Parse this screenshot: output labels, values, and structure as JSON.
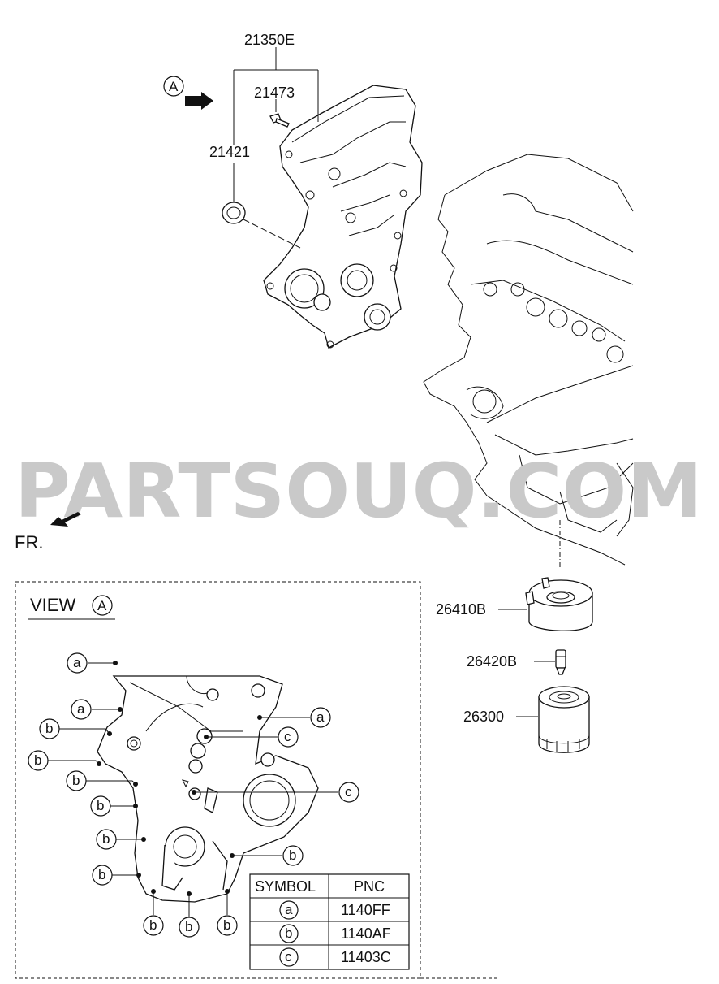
{
  "watermark": "PARTSOUQ.COM",
  "direction": {
    "label": "FR."
  },
  "view_marker": {
    "letter": "A"
  },
  "part_numbers": {
    "cover": "21350E",
    "bolt": "21473",
    "seal": "21421",
    "oil_cooler": "26410B",
    "connector": "26420B",
    "filter": "26300"
  },
  "view_box": {
    "title": "VIEW",
    "letter": "A"
  },
  "callout_letters": {
    "a": "a",
    "b": "b",
    "c": "c"
  },
  "legend": {
    "headers": [
      "SYMBOL",
      "PNC"
    ],
    "rows": [
      {
        "symbol": "a",
        "pnc": "1140FF"
      },
      {
        "symbol": "b",
        "pnc": "1140AF"
      },
      {
        "symbol": "c",
        "pnc": "11403C"
      }
    ]
  }
}
